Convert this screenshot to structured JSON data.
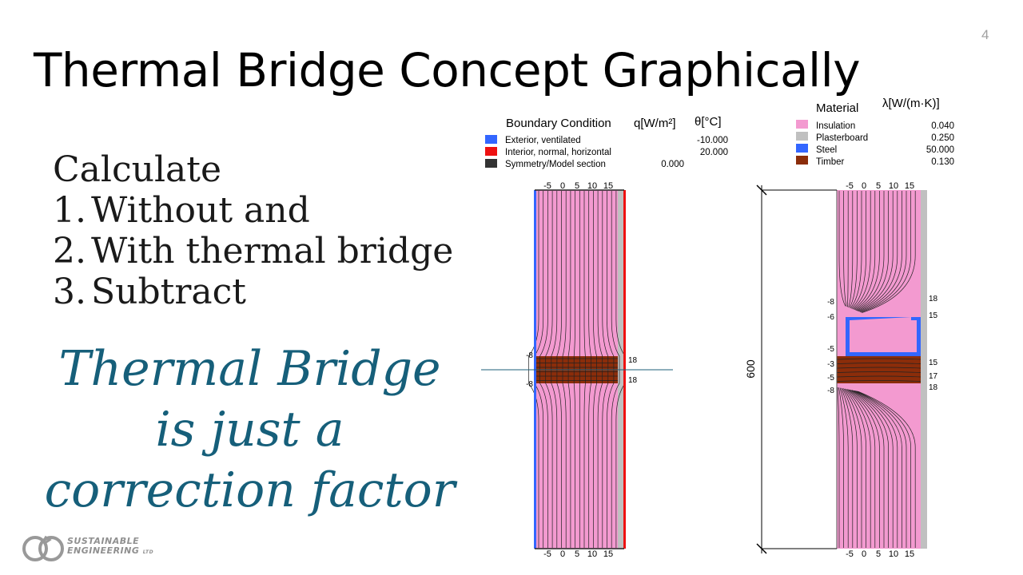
{
  "slide": {
    "page_number": "4",
    "title": "Thermal Bridge Concept Graphically",
    "steps": [
      {
        "num": "Calculate",
        "text": ""
      },
      {
        "num": "1.",
        "text": "Without and"
      },
      {
        "num": "2.",
        "text": "With thermal bridge"
      },
      {
        "num": "3.",
        "text": "Subtract"
      }
    ],
    "emphasis_lines": [
      "Thermal Bridge",
      "is just a",
      "correction factor"
    ],
    "logo": {
      "line1": "SUSTAINABLE",
      "line2": "ENGINEERING",
      "ltd": "LTD"
    }
  },
  "boundary_legend": {
    "header": "Boundary Condition",
    "q_header": "q[W/m²]",
    "theta_header": "θ[°C]",
    "rows": [
      {
        "label": "Exterior, ventilated",
        "q": "",
        "theta": "-10.000",
        "color": "#3366ff"
      },
      {
        "label": "Interior, normal, horizontal",
        "q": "",
        "theta": "20.000",
        "color": "#ee1111"
      },
      {
        "label": "Symmetry/Model section",
        "q": "0.000",
        "theta": "",
        "color": "#333333"
      }
    ]
  },
  "material_legend": {
    "header": "Material",
    "lambda_header": "λ[W/(m·K)]",
    "rows": [
      {
        "label": "Insulation",
        "value": "0.040",
        "color": "#f39ad0"
      },
      {
        "label": "Plasterboard",
        "value": "0.250",
        "color": "#c0c0c0"
      },
      {
        "label": "Steel",
        "value": "50.000",
        "color": "#3366ff"
      },
      {
        "label": "Timber",
        "value": "0.130",
        "color": "#8b2d0a"
      }
    ]
  },
  "left_diagram": {
    "top_ticks": [
      "-5",
      "0",
      "5",
      "10",
      "15"
    ],
    "bottom_ticks": [
      "-5",
      "0",
      "5",
      "10",
      "15"
    ],
    "left_labels": [
      "-8",
      "-8"
    ],
    "right_labels": [
      "18",
      "18"
    ]
  },
  "right_diagram": {
    "dimension_label": "600",
    "top_ticks": [
      "-5",
      "0",
      "5",
      "10",
      "15"
    ],
    "bottom_ticks": [
      "-5",
      "0",
      "5",
      "10",
      "15"
    ],
    "left_labels": [
      "-8",
      "-6",
      "-5",
      "-3",
      "-5",
      "-8"
    ],
    "right_labels": [
      "18",
      "15",
      "15",
      "17",
      "18"
    ]
  },
  "colors": {
    "insulation": "#f39ad0",
    "timber": "#8b2d0a",
    "steel": "#3366ff",
    "plasterboard": "#c0c0c0",
    "exterior_bc": "#3366ff",
    "interior_bc": "#ee1111",
    "emphasis_text": "#165f7a"
  }
}
